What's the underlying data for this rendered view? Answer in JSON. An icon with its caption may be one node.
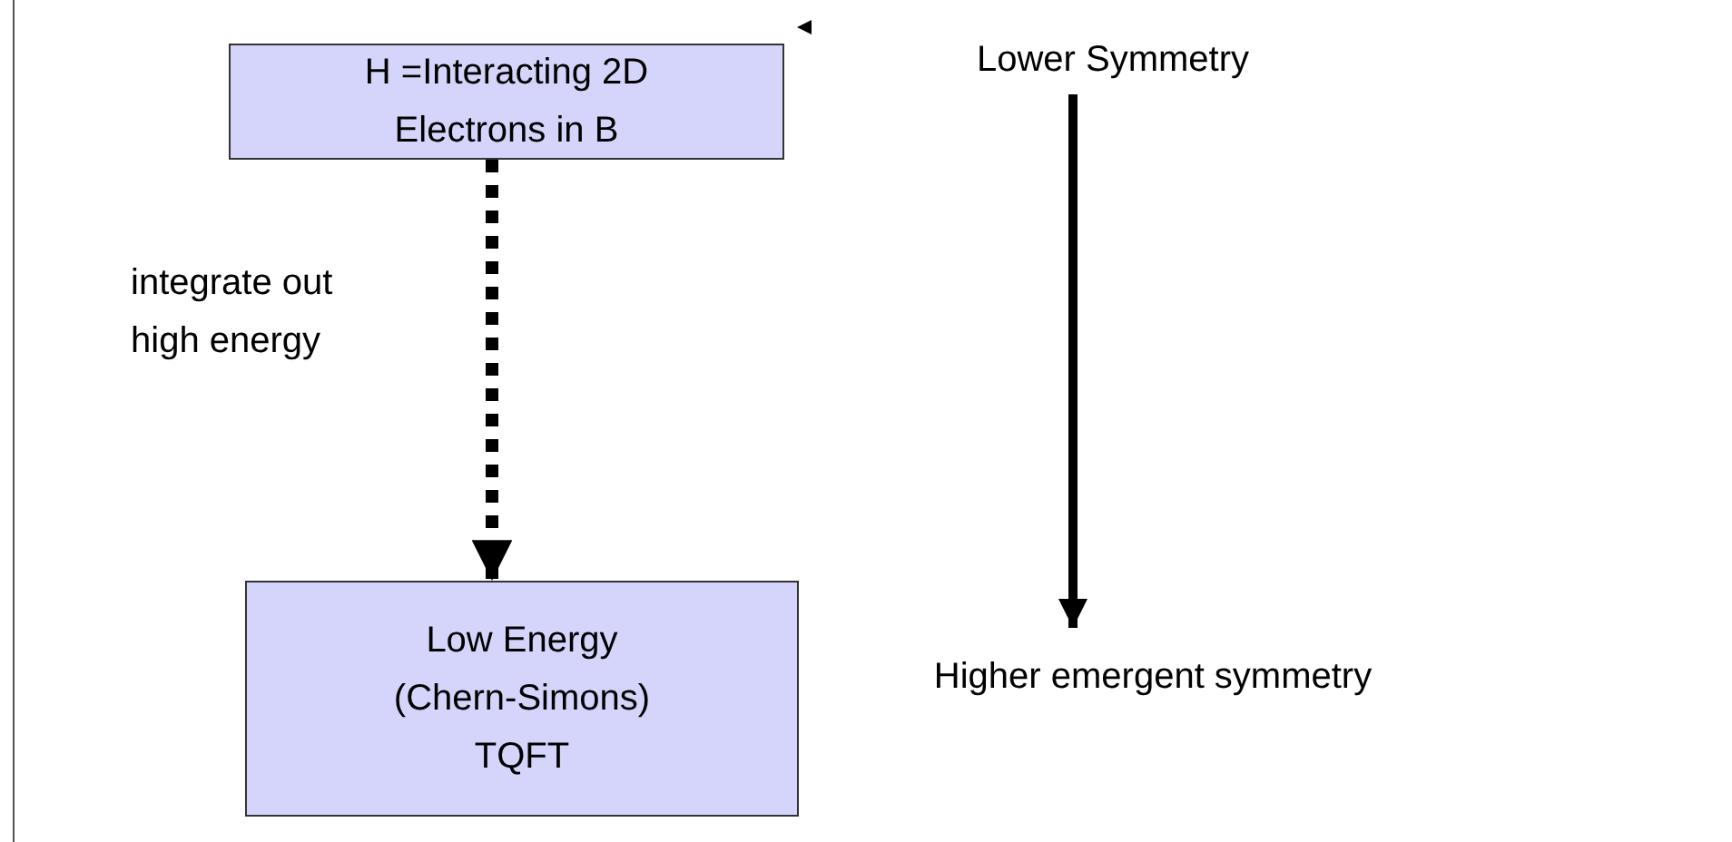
{
  "diagram": {
    "nodes": [
      {
        "text": [
          "H =Interacting 2D Electrons in B"
        ]
      },
      {
        "text": [
          "Low Energy (Chern-Simons) TQFT"
        ]
      },
      {
        "text": [
          "Lower Symmetry"
        ]
      },
      {
        "text": [
          "Higher emergent symmetry"
        ]
      }
    ],
    "edges": [
      {
        "from": 0,
        "to": 1,
        "arrow": "to",
        "label": "integrate out high energy",
        "style": "dashed"
      },
      {
        "from": 2,
        "to": 3,
        "arrow": "to"
      }
    ]
  }
}
